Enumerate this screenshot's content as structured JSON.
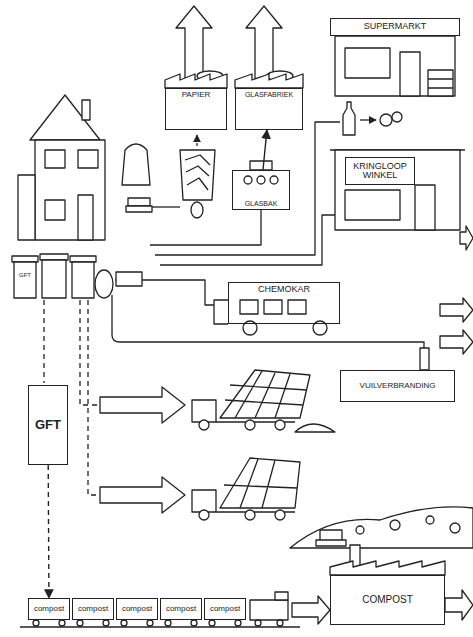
{
  "diagram": {
    "nodes": [
      {
        "text": [
          "PAPIER"
        ]
      },
      {
        "text": [
          "GLASFABRIEK"
        ]
      },
      {
        "text": [
          "SUPERMARKT"
        ]
      },
      {
        "text": [
          "GLASBAK"
        ]
      },
      {
        "text": [
          "KRINGLOOP WINKEL"
        ]
      },
      {
        "text": [
          "CHEMOKAR"
        ]
      },
      {
        "text": [
          "VUILVERBRANDING"
        ]
      },
      {
        "text": [
          "GFT"
        ]
      },
      {
        "text": [
          "compost"
        ]
      },
      {
        "text": [
          "compost"
        ]
      },
      {
        "text": [
          "compost"
        ]
      },
      {
        "text": [
          "compost"
        ]
      },
      {
        "text": [
          "compost"
        ]
      },
      {
        "text": [
          "COMPOST"
        ]
      }
    ],
    "edges": [
      {
        "from": 3,
        "to": 1,
        "arrow": "to"
      },
      {
        "from": 7,
        "to": 8,
        "arrow": "to"
      }
    ],
    "labels": [
      "GFT"
    ]
  }
}
